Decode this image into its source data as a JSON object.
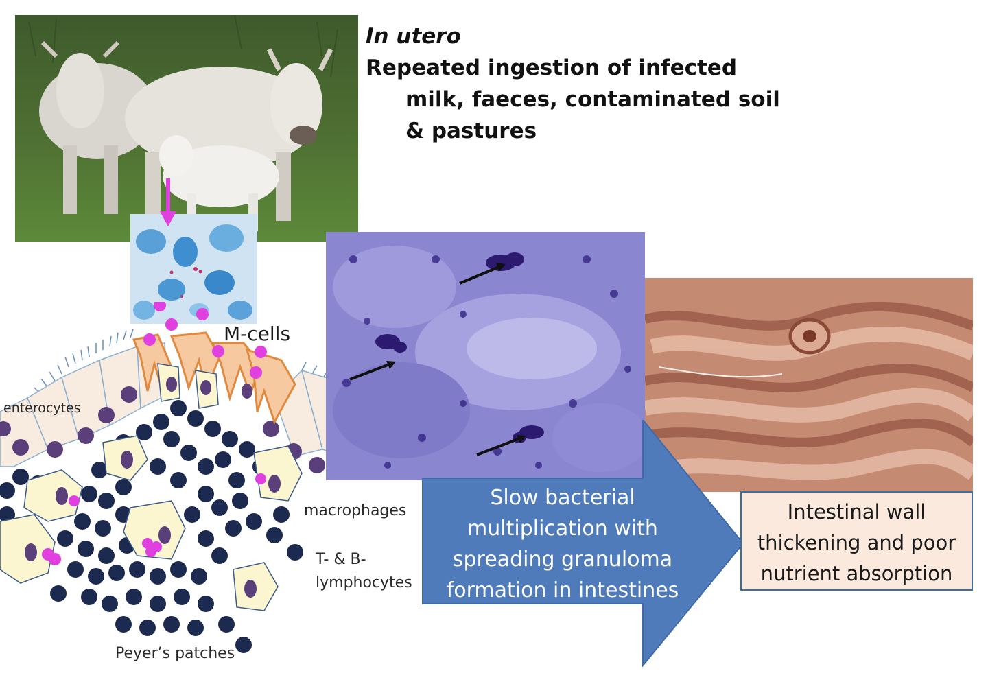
{
  "route": {
    "line1": "In utero",
    "line2": "Repeated ingestion of infected",
    "line3": "milk, faeces, contaminated soil",
    "line4": "& pastures"
  },
  "labels": {
    "m_cells": "M-cells",
    "enterocytes": "enterocytes",
    "macrophages": "macrophages",
    "lymphocytes_line1": "T- & B-",
    "lymphocytes_line2": "lymphocytes",
    "peyers_patches": "Peyer’s patches"
  },
  "arrow": {
    "line1": "Slow bacterial",
    "line2": "multiplication with",
    "line3": "spreading granuloma",
    "line4": "formation in intestines"
  },
  "outcome": {
    "line1": "Intestinal wall",
    "line2": "thickening and poor",
    "line3": "nutrient absorption"
  },
  "colors": {
    "arrow_fill": "#4f7bbb",
    "bacteria": "#e040e0",
    "lymphocyte": "#1c2a4f",
    "macrophage": "#fbf6d0",
    "m_cell": "#f0a060",
    "enterocyte": "#f8ebe0"
  }
}
